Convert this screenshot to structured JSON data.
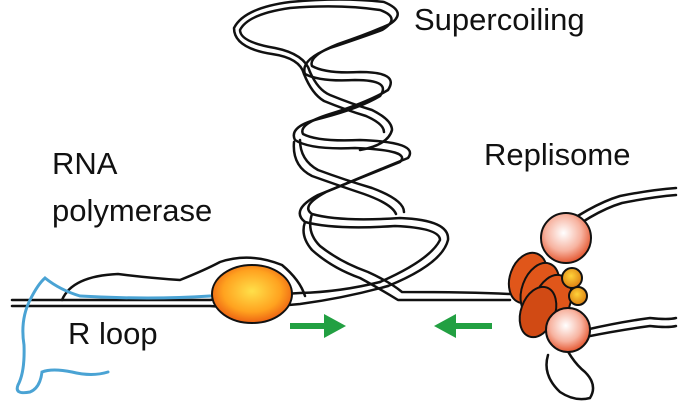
{
  "labels": {
    "supercoiling": "Supercoiling",
    "replisome": "Replisome",
    "rna_polymerase_line1": "RNA",
    "rna_polymerase_line2": "polymerase",
    "r_loop": "R loop"
  },
  "colors": {
    "dna_strand": "#111111",
    "rna_strand": "#4aa3d4",
    "polymerase_core": "#ffd23a",
    "polymerase_edge": "#e8500f",
    "replisome_disc": "#e0561a",
    "replisome_sphere": "#f4a08a",
    "arrow": "#22a042"
  }
}
